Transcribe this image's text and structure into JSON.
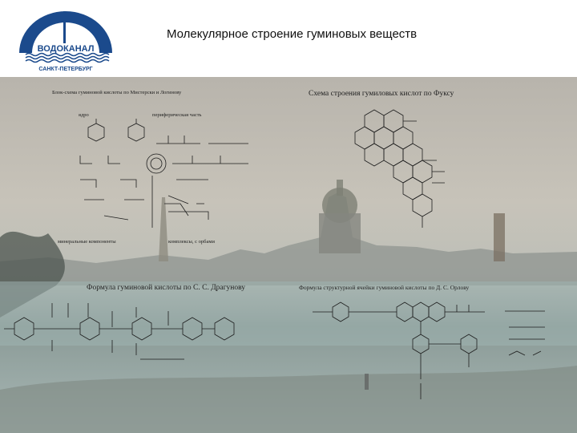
{
  "header": {
    "title": "Молекулярное строение гуминовых веществ",
    "logo": {
      "wordmark": "ВОДОКАНАЛ",
      "city": "САНКТ-ПЕТЕРБУРГ",
      "color": "#1b4a8c"
    }
  },
  "panels": {
    "top_left": {
      "caption": "Блок-схема гуминовой кислоты по Мистерски и Логинову",
      "labels": {
        "core": "ядро",
        "periphery": "периферическая часть",
        "minerals": "минеральные компоненты",
        "complexes": "комплексы, с орбами"
      }
    },
    "top_right": {
      "caption": "Схема строения гумиловых кислот по Фуксу"
    },
    "bottom_left": {
      "caption": "Формула гуминовой кислоты по С. С. Драгунову"
    },
    "bottom_right": {
      "caption": "Формула структурной ячейки гуминовой кислоты по Д. С. Орлову"
    }
  },
  "colors": {
    "accent": "#1b4a8c",
    "ink": "#1e1e1e"
  }
}
